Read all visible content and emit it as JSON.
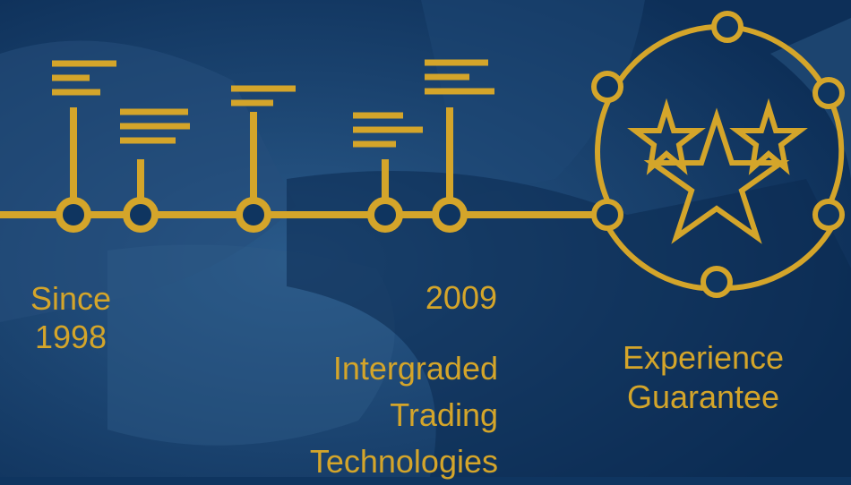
{
  "colors": {
    "accent": "#d4a52a",
    "background": "#0f3560"
  },
  "timeline": {
    "since_line1": "Since",
    "since_line2": "1998",
    "year": "2009",
    "integrated_line1": "Intergraded",
    "integrated_line2": "Trading",
    "integrated_line3": "Technologies"
  },
  "experience": {
    "line1": "Experience",
    "line2": "Guarantee"
  },
  "icons": [
    "timeline-icon",
    "stars-badge-icon",
    "handshake-photo"
  ]
}
